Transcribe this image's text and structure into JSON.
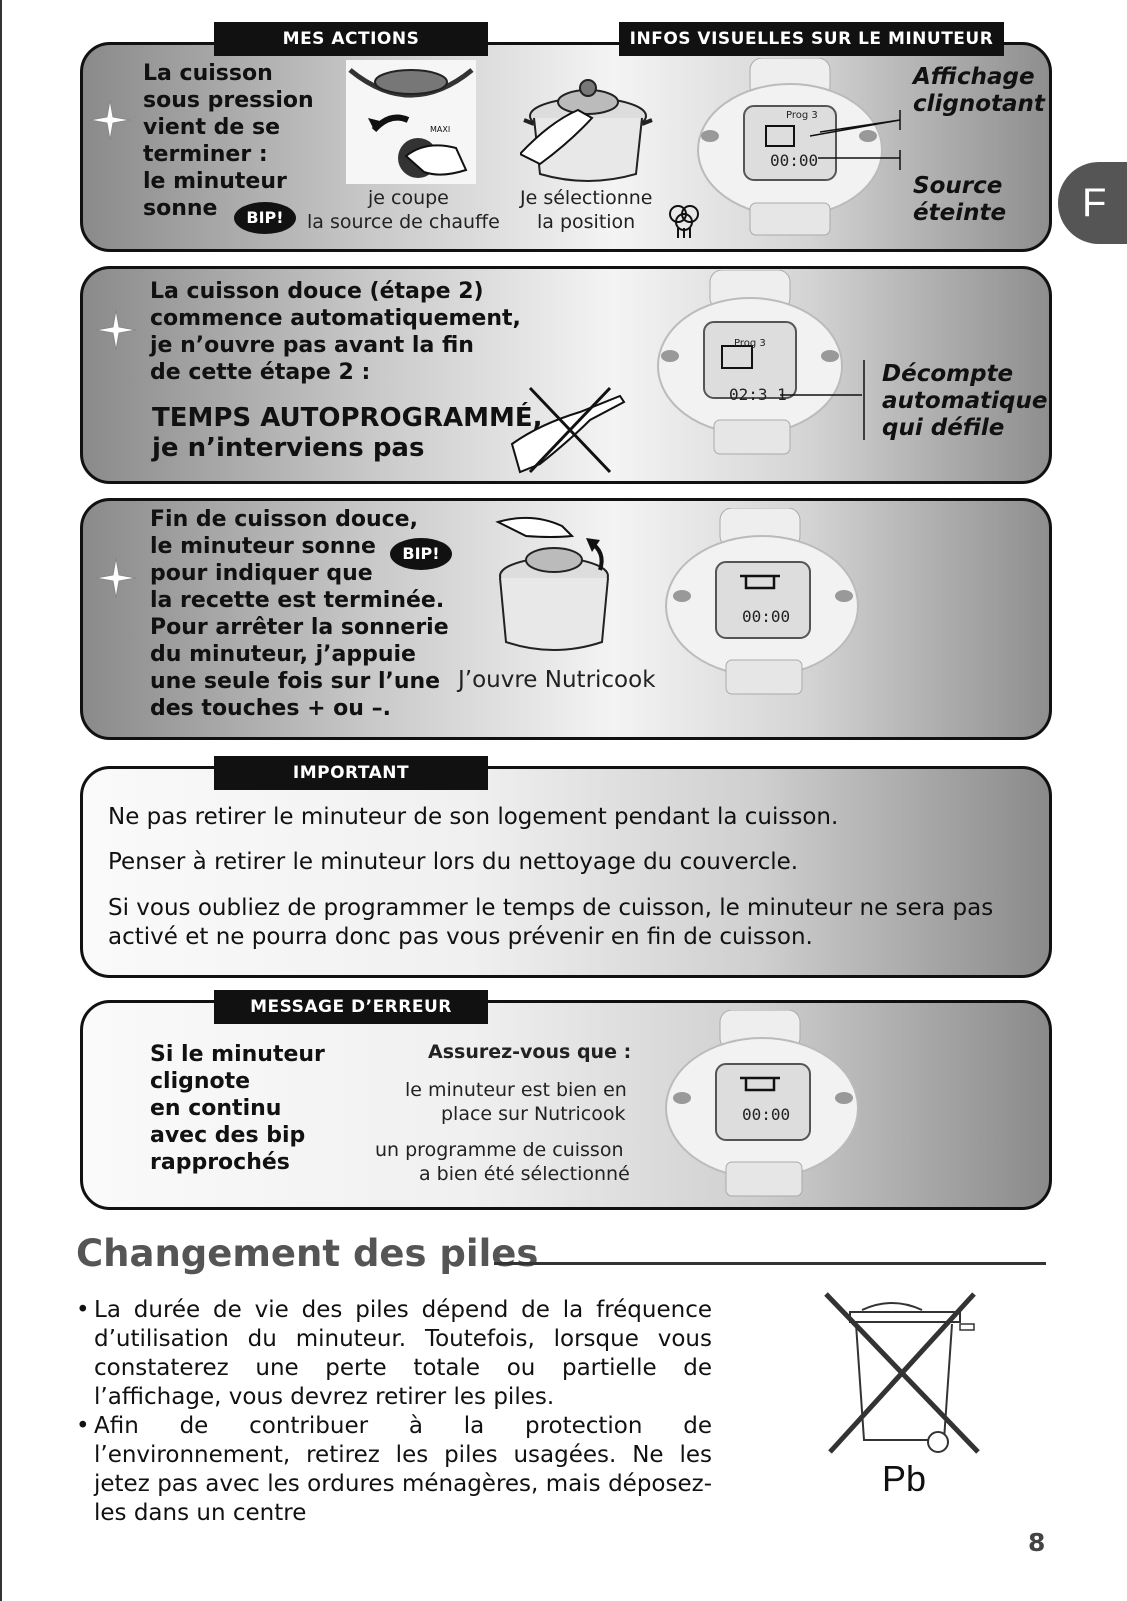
{
  "side_tab": "F",
  "section1": {
    "tag_left": "MES ACTIONS",
    "tag_right": "INFOS VISUELLES SUR LE MINUTEUR",
    "lines": [
      "La cuisson",
      "sous pression",
      "vient de se",
      "terminer :",
      "le minuteur",
      "sonne"
    ],
    "bip": "BIP!",
    "cap_stove_1": "je coupe",
    "cap_stove_2": "la source de chauffe",
    "cap_pot_1": "Je sélectionne",
    "cap_pot_2": "la position",
    "label_affichage_1": "Affichage",
    "label_affichage_2": "clignotant",
    "label_source_1": "Source",
    "label_source_2": "éteinte",
    "timer_prog": "Prog 3",
    "timer_time": "00:00"
  },
  "section2": {
    "lines": [
      "La cuisson douce (étape 2)",
      "commence automatiquement,",
      "je n’ouvre pas avant la fin",
      "de cette étape 2 :"
    ],
    "big_1": "TEMPS AUTOPROGRAMMÉ,",
    "big_2": "je n’interviens pas",
    "label_1": "Décompte",
    "label_2": "automatique",
    "label_3": "qui défile",
    "timer_prog": "Prog 3",
    "timer_time": "02:3 1"
  },
  "section3": {
    "lines": [
      "Fin de cuisson douce,",
      "le minuteur sonne",
      "pour indiquer que",
      "la recette est terminée.",
      "Pour arrêter la sonnerie",
      "du minuteur, j’appuie",
      "une seule fois sur l’une",
      "des touches + ou –."
    ],
    "bip": "BIP!",
    "caption": "J’ouvre Nutricook",
    "timer_time": "00:00"
  },
  "important": {
    "tag": "IMPORTANT",
    "line1": "Ne pas retirer le minuteur de son logement pendant la cuisson.",
    "line2": "Penser à retirer le minuteur lors du nettoyage du couvercle.",
    "line3a": "Si vous oubliez de programmer le temps de cuisson, le minuteur ne sera pas",
    "line3b": "activé et ne pourra donc pas vous prévenir en fin de cuisson."
  },
  "error": {
    "tag": "MESSAGE D’ERREUR",
    "lines": [
      "Si le minuteur",
      "clignote",
      "en continu",
      "avec des bip",
      "rapprochés"
    ],
    "assurez": "Assurez-vous que :",
    "item1a": "le minuteur est bien en",
    "item1b": "place sur Nutricook",
    "item2a": "un programme de cuisson",
    "item2b": "a bien été sélectionné",
    "timer_time": "00:00"
  },
  "batteries": {
    "title": "Changement des piles",
    "bullet1": "La durée de vie des piles dépend de la fréquence d’utilisation du minuteur. Toutefois, lorsque vous constaterez une perte totale ou partielle de l’affichage, vous devrez retirer les piles.",
    "bullet2": "Afin de contribuer à la protection de l’environnement, retirez les piles usagées. Ne les jetez pas avec les ordures ménagères, mais déposez-les dans un centre",
    "pb_label": "Pb"
  },
  "page_number": "8"
}
